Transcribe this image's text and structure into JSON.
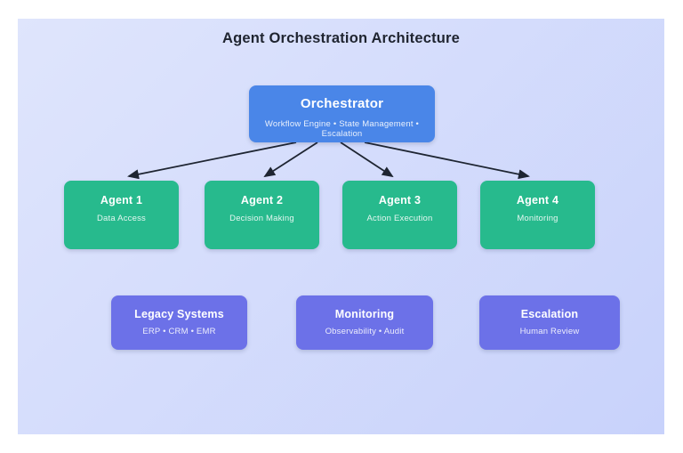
{
  "title": "Agent Orchestration Architecture",
  "colors": {
    "bg-start": "#dfe5fc",
    "bg-end": "#c8d2fb",
    "title-text": "#1f2430",
    "orchestrator-fill": "#4a86e8",
    "agent-fill": "#27ba8d",
    "system-fill": "#6c71e8",
    "arrow": "#1e2532"
  },
  "nodes": {
    "orchestrator": {
      "title": "Orchestrator",
      "subtitle": "Workflow Engine • State Management • Escalation"
    },
    "agent1": {
      "title": "Agent 1",
      "subtitle": "Data Access"
    },
    "agent2": {
      "title": "Agent 2",
      "subtitle": "Decision Making"
    },
    "agent3": {
      "title": "Agent 3",
      "subtitle": "Action Execution"
    },
    "agent4": {
      "title": "Agent 4",
      "subtitle": "Monitoring"
    },
    "legacy": {
      "title": "Legacy Systems",
      "subtitle": "ERP • CRM • EMR"
    },
    "monitoring": {
      "title": "Monitoring",
      "subtitle": "Observability • Audit"
    },
    "escalation": {
      "title": "Escalation",
      "subtitle": "Human Review"
    }
  },
  "edges": [
    {
      "from": "orchestrator",
      "to": "agent1"
    },
    {
      "from": "orchestrator",
      "to": "agent2"
    },
    {
      "from": "orchestrator",
      "to": "agent3"
    },
    {
      "from": "orchestrator",
      "to": "agent4"
    }
  ]
}
